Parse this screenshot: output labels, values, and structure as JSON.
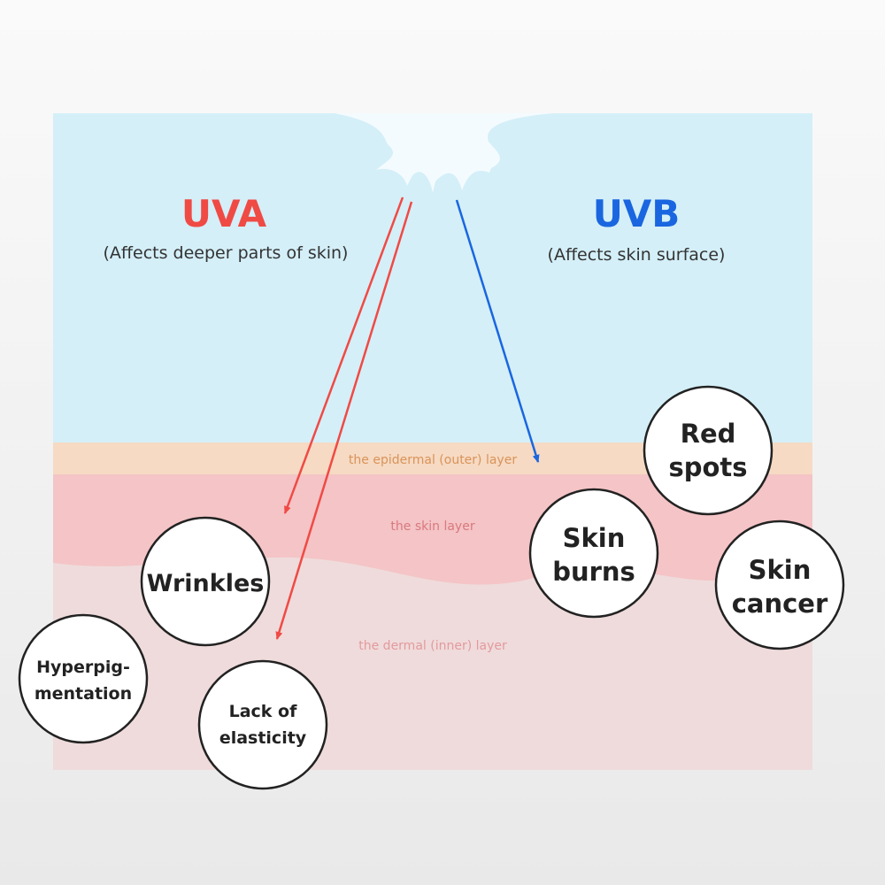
{
  "uva": {
    "title": "UVA",
    "subtitle": "(Affects deeper parts of skin)"
  },
  "uvb": {
    "title": "UVB",
    "subtitle": "(Affects skin surface)"
  },
  "layers": {
    "epidermal": "the epidermal (outer) layer",
    "skin": "the skin layer",
    "dermal": "the dermal (inner) layer"
  },
  "effects": {
    "red_spots": [
      "Red",
      "spots"
    ],
    "skin_burns": [
      "Skin",
      "burns"
    ],
    "skin_cancer": [
      "Skin",
      "cancer"
    ],
    "wrinkles": [
      "Wrinkles"
    ],
    "hyperpigmentation": [
      "Hyperpig-",
      "mentation"
    ],
    "lack_of_elasticity": [
      "Lack of",
      "elasticity"
    ]
  },
  "colors": {
    "uva": "#f04a45",
    "uvb": "#1a66e0",
    "sky": "#d4eff8",
    "epidermal": "#f6dac3",
    "skin": "#f4c4c6",
    "dermal": "#efdbdb"
  }
}
